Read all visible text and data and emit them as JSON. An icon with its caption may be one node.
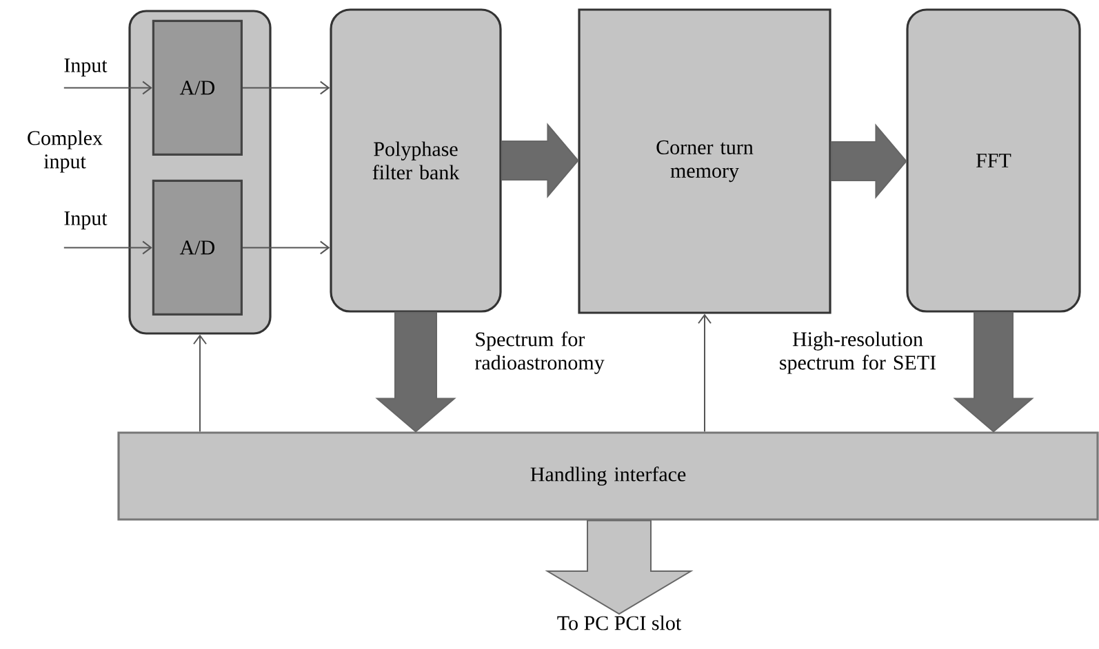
{
  "diagram": {
    "nodes": [
      {
        "text": [],
        "shape": "box"
      },
      {
        "text": [
          "A/D"
        ],
        "in": 0
      },
      {
        "text": [
          "A/D"
        ],
        "in": 0
      },
      {
        "text": [
          "Polyphase filter bank"
        ]
      },
      {
        "text": [
          "Corner turn memory"
        ]
      },
      {
        "text": [
          "FFT"
        ]
      },
      {
        "text": [
          "Handling interface"
        ]
      },
      {
        "text": [
          "To PC PCI slot"
        ]
      }
    ],
    "edges": [
      {
        "from": null,
        "to": 1,
        "arrow": "to",
        "label": "Input"
      },
      {
        "from": null,
        "to": 2,
        "arrow": "to",
        "label": "Input"
      },
      {
        "from": 1,
        "to": 3,
        "arrow": "to"
      },
      {
        "from": 2,
        "to": 3,
        "arrow": "to"
      },
      {
        "from": 3,
        "to": 4,
        "arrow": "to",
        "style": "thick",
        "color": "#6b6b6b"
      },
      {
        "from": 4,
        "to": 5,
        "arrow": "to",
        "style": "thick",
        "color": "#6b6b6b"
      },
      {
        "from": 3,
        "to": 6,
        "arrow": "to",
        "style": "thick",
        "color": "#6b6b6b",
        "label": "Spectrum for radioastronomy"
      },
      {
        "from": 5,
        "to": 6,
        "arrow": "to",
        "style": "thick",
        "color": "#6b6b6b",
        "label": "High-resolution spectrum for SETI"
      },
      {
        "from": 6,
        "to": 0,
        "arrow": "to"
      },
      {
        "from": 6,
        "to": 4,
        "arrow": "to"
      },
      {
        "from": 6,
        "to": 7,
        "arrow": "to",
        "style": "thick",
        "color": "#c4c4c4"
      }
    ],
    "labels": [
      "Complex input"
    ]
  }
}
